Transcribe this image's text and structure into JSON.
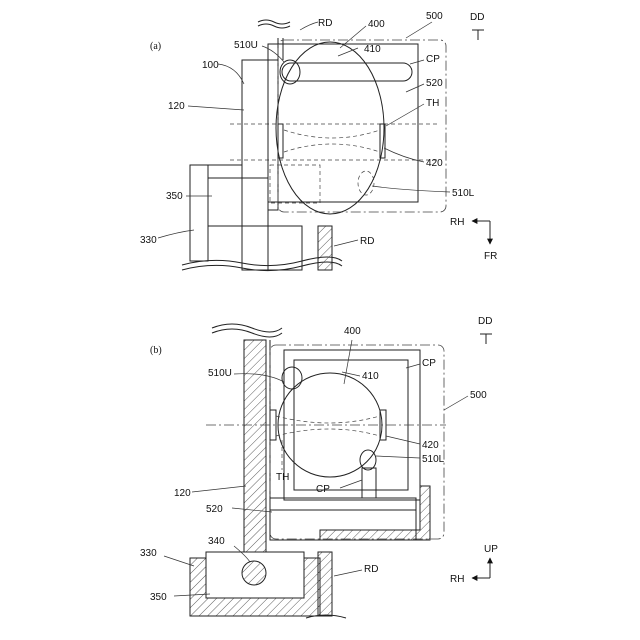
{
  "panel_a": {
    "panel_label": "(a)",
    "labels": {
      "rd_top": "RD",
      "n400": "400",
      "n500": "500",
      "dd": "DD",
      "n510u": "510U",
      "n410": "410",
      "cp": "CP",
      "n100": "100",
      "n520": "520",
      "th": "TH",
      "n120": "120",
      "n420": "420",
      "n350": "350",
      "n510l": "510L",
      "n330": "330",
      "rd_bottom": "RD",
      "rh": "RH",
      "fr": "FR"
    }
  },
  "panel_b": {
    "panel_label": "(b)",
    "labels": {
      "dd": "DD",
      "n400": "400",
      "n510u": "510U",
      "n410": "410",
      "cp_top": "CP",
      "n500": "500",
      "n420": "420",
      "n510l": "510L",
      "th": "TH",
      "cp_bottom": "CP",
      "n120": "120",
      "n520": "520",
      "n340": "340",
      "n330": "330",
      "rd": "RD",
      "n350": "350",
      "up": "UP",
      "rh": "RH"
    }
  },
  "colors": {
    "line": "#222222",
    "background": "#ffffff"
  }
}
